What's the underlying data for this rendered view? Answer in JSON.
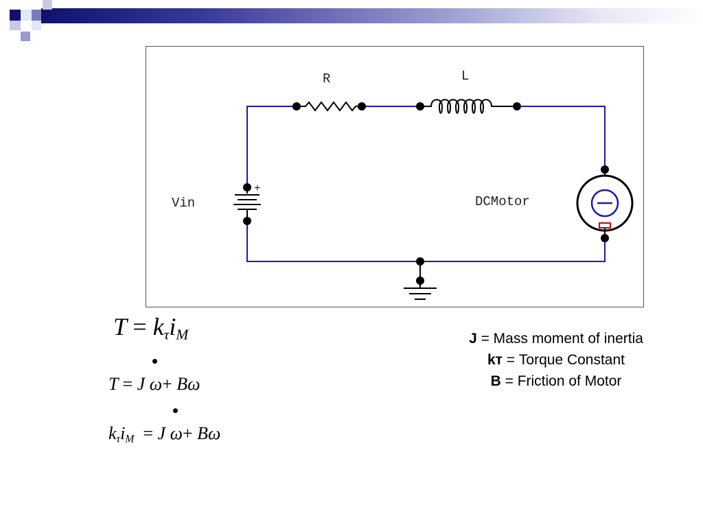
{
  "slide": {
    "colors": {
      "accent_dark": "#10106e",
      "accent_light": "#9a9ad0",
      "wire": "#1a1aa8",
      "motor_terminal_neg": "#cc0000"
    }
  },
  "circuit": {
    "labels": {
      "resistor": "R",
      "inductor": "L",
      "source": "Vin",
      "source_polarity": "+",
      "motor": "DCMotor"
    }
  },
  "equations": [
    {
      "lhs": "T",
      "rhs_coeff": "k",
      "rhs_coeff_sub": "τ",
      "rhs_var": "i",
      "rhs_var_sub": "M"
    },
    {
      "lhs": "T",
      "t1_coeff": "J",
      "t1_var": "ω",
      "op": "+",
      "t2_coeff": "B",
      "t2_var": "ω"
    },
    {
      "lhs_coeff": "k",
      "lhs_coeff_sub": "τ",
      "lhs_var": "i",
      "lhs_var_sub": "M",
      "t1_coeff": "J",
      "t1_var": "ω",
      "op": "+",
      "t2_coeff": "B",
      "t2_var": "ω"
    }
  ],
  "equals": "=",
  "legend": [
    {
      "symbol": "J",
      "text": " = Mass moment of inertia"
    },
    {
      "symbol": "kт",
      "text": " = Torque Constant"
    },
    {
      "symbol": "B",
      "text": " = Friction of Motor"
    }
  ]
}
